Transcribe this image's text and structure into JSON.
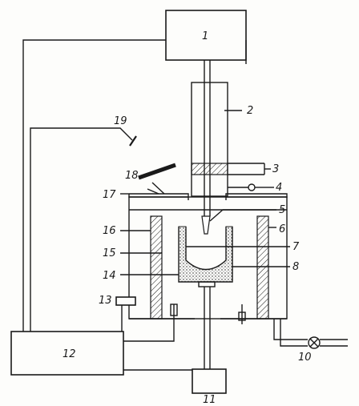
{
  "labels": {
    "l1": "1",
    "l2": "2",
    "l3": "3",
    "l4": "4",
    "l5": "5",
    "l6": "6",
    "l7": "7",
    "l8": "8",
    "l10": "10",
    "l11": "11",
    "l12": "12",
    "l13": "13",
    "l14": "14",
    "l15": "15",
    "l16": "16",
    "l17": "17",
    "l18": "18",
    "l19": "19"
  }
}
